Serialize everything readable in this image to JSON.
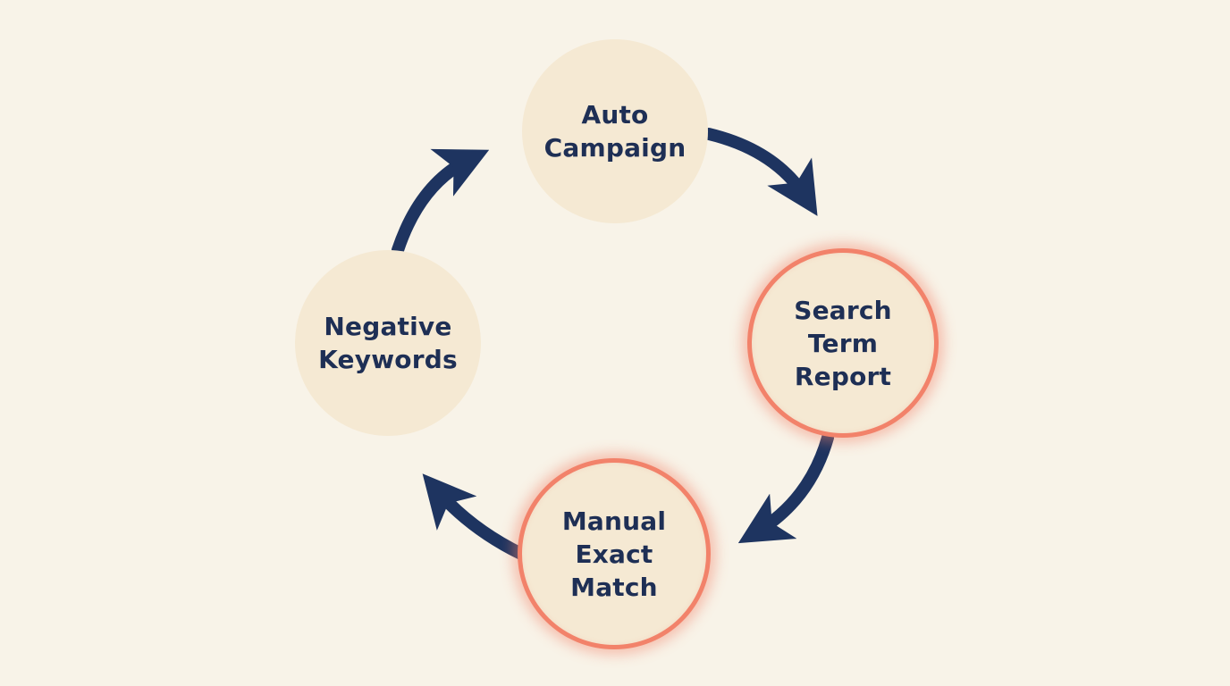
{
  "diagram": {
    "nodes": [
      {
        "id": "auto",
        "label": "Auto\nCampaign",
        "highlighted": false
      },
      {
        "id": "search",
        "label": "Search\nTerm\nReport",
        "highlighted": true
      },
      {
        "id": "manual",
        "label": "Manual\nExact\nMatch",
        "highlighted": true
      },
      {
        "id": "negative",
        "label": "Negative\nKeywords",
        "highlighted": false
      }
    ],
    "edges": [
      {
        "from": "auto",
        "to": "search"
      },
      {
        "from": "search",
        "to": "manual"
      },
      {
        "from": "manual",
        "to": "negative"
      },
      {
        "from": "negative",
        "to": "auto"
      }
    ]
  },
  "colors": {
    "background": "#f8f3e8",
    "node_fill": "#f5e9d3",
    "text": "#1e2f55",
    "arrow": "#1e3460",
    "highlight_ring": "#f2826a"
  }
}
